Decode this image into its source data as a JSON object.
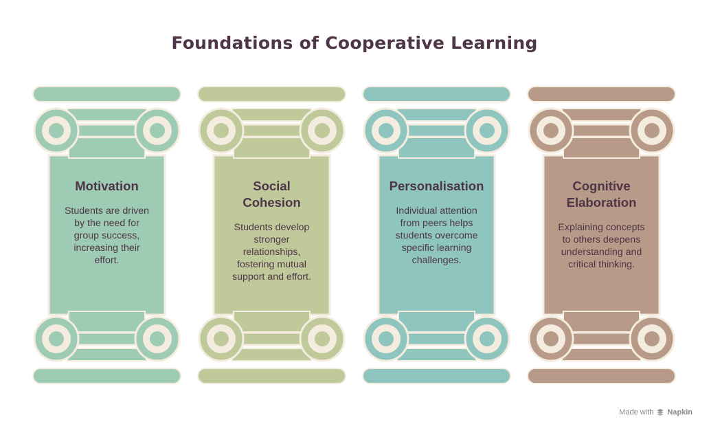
{
  "title": "Foundations of Cooperative Learning",
  "pillars": [
    {
      "title": [
        "Motivation"
      ],
      "description": [
        "Students are driven",
        "by the need for",
        "group success,",
        "increasing their",
        "effort."
      ],
      "color": "#9ecbb3"
    },
    {
      "title": [
        "Social",
        "Cohesion"
      ],
      "description": [
        "Students develop",
        "stronger",
        "relationships,",
        "fostering mutual",
        "support and effort."
      ],
      "color": "#bfc99a"
    },
    {
      "title": [
        "Personalisation"
      ],
      "description": [
        "Individual attention",
        "from peers helps",
        "students overcome",
        "specific learning",
        "challenges."
      ],
      "color": "#8ec5be"
    },
    {
      "title": [
        "Cognitive",
        "Elaboration"
      ],
      "description": [
        "Explaining concepts",
        "to others deepens",
        "understanding and",
        "critical thinking."
      ],
      "color": "#b89a88"
    }
  ],
  "footer": {
    "made_with": "Made with",
    "brand": "Napkin",
    "brand_icon": "napkin-logo-icon"
  }
}
